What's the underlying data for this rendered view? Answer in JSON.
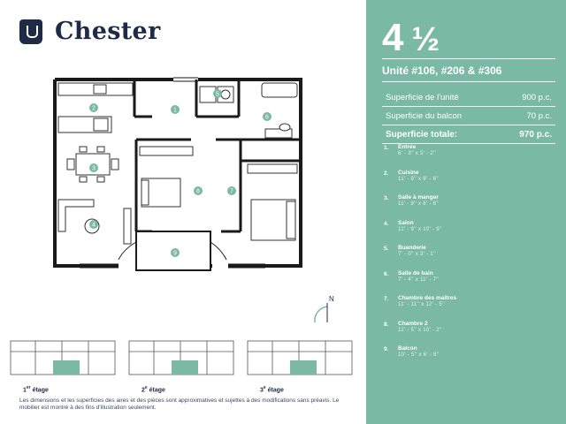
{
  "brand": {
    "name": "Chester",
    "logo_icon": "chester-logo-icon"
  },
  "unit": {
    "type_whole": "4",
    "type_fraction": "½",
    "numbers": "Unité #106, #206 & #306"
  },
  "areas": [
    {
      "label": "Superficie de l'unité",
      "value": "900 p.c."
    },
    {
      "label": "Superficie du balcon",
      "value": "70 p.c."
    },
    {
      "label": "Superficie totale:",
      "value": "970 p.c."
    }
  ],
  "rooms": [
    {
      "num": "1.",
      "name": "Entrée",
      "dim": "6' - 3'' x 5' - 2''"
    },
    {
      "num": "2.",
      "name": "Cuisine",
      "dim": "11' - 9'' x 9' - 6''"
    },
    {
      "num": "3.",
      "name": "Salle à manger",
      "dim": "11' - 9'' x 6' - 6''"
    },
    {
      "num": "4.",
      "name": "Salon",
      "dim": "11' - 9'' x 10' - 9''"
    },
    {
      "num": "5.",
      "name": "Buanderie",
      "dim": "7' - 0'' x 3' - 1''"
    },
    {
      "num": "6.",
      "name": "Salle de bain",
      "dim": "7' - 4'' x 11' - 7''"
    },
    {
      "num": "7.",
      "name": "Chambre des maîtres",
      "dim": "11' - 11'' x 12' - 5''"
    },
    {
      "num": "8.",
      "name": "Chambre 2",
      "dim": "11' - 5'' x 10' - 2''"
    },
    {
      "num": "9.",
      "name": "Balcon",
      "dim": "10' - 5'' x 6' - 8''"
    }
  ],
  "plan_labels": [
    "1",
    "2",
    "3",
    "4",
    "5",
    "6",
    "7",
    "8",
    "9"
  ],
  "compass_letter": "N",
  "floors": [
    {
      "ordinal": "1",
      "suffix": "er",
      "label": " étage"
    },
    {
      "ordinal": "2",
      "suffix": "e",
      "label": " étage"
    },
    {
      "ordinal": "3",
      "suffix": "e",
      "label": " étage"
    }
  ],
  "disclaimer": "Les dimensions et les superficies des aires et des pièces sont approximatives et sujettes à des modifications sans préavis. Le mobilier est montré à des fins d'illustration seulement.",
  "colors": {
    "accent": "#7ab9a3",
    "navy": "#1f2a44",
    "wall": "#1a1a1a"
  }
}
